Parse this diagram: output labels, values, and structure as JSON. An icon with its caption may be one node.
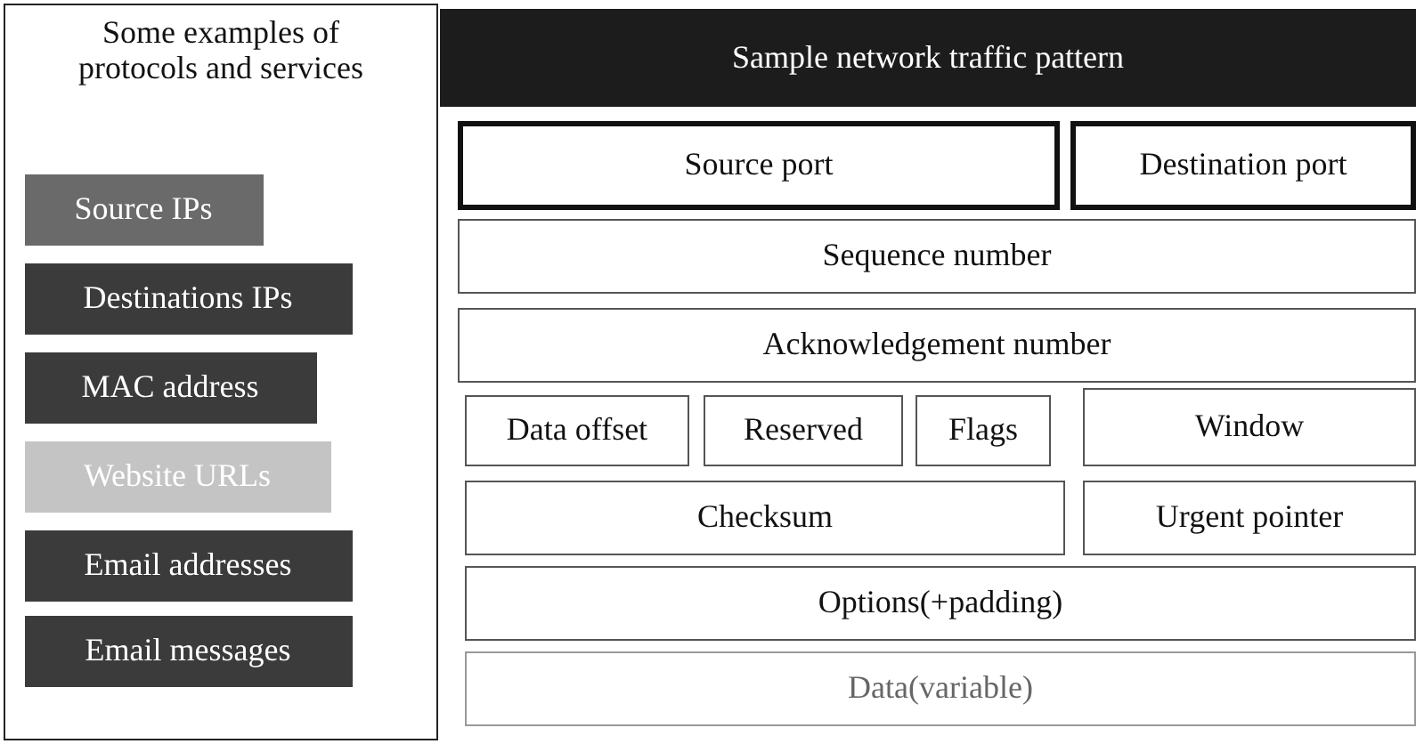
{
  "diagram": {
    "nodes": [
      {
        "text": [
          "Some examples of protocols and services"
        ]
      },
      {
        "text": [
          "Source IPs"
        ],
        "in": 0
      },
      {
        "text": [
          "Destinations IPs"
        ],
        "in": 0
      },
      {
        "text": [
          "MAC address"
        ],
        "in": 0
      },
      {
        "text": [
          "Website URLs"
        ],
        "in": 0
      },
      {
        "text": [
          "Email addresses"
        ],
        "in": 0
      },
      {
        "text": [
          "Email messages"
        ],
        "in": 0
      },
      {
        "text": [
          "Sample network traffic pattern"
        ]
      },
      {
        "text": [
          "Source port"
        ]
      },
      {
        "text": [
          "Destination port"
        ]
      },
      {
        "text": [
          "Sequence number"
        ]
      },
      {
        "text": [
          "Acknowledgement number"
        ]
      },
      {
        "text": [
          "Data offset"
        ]
      },
      {
        "text": [
          "Reserved"
        ]
      },
      {
        "text": [
          "Flags"
        ]
      },
      {
        "text": [
          "Window"
        ]
      },
      {
        "text": [
          "Checksum"
        ]
      },
      {
        "text": [
          "Urgent pointer"
        ]
      },
      {
        "text": [
          "Options(+padding)"
        ]
      },
      {
        "text": [
          "Data(variable)"
        ]
      }
    ]
  }
}
